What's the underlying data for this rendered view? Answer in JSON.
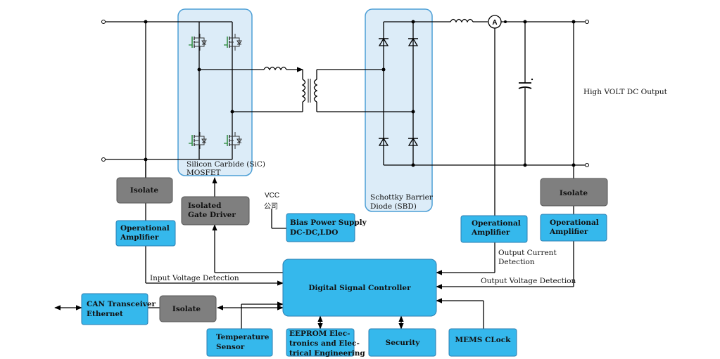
{
  "labels": {
    "sic_mosfet_l1": "Silicon Carbide (SiC)",
    "sic_mosfet_l2": "MOSFET",
    "sbd_l1": "Schottky Barrier",
    "sbd_l2": "Diode (SBD)",
    "hv_output": "High VOLT DC Output",
    "input_voltage_detection": "Input Voltage Detection",
    "output_current_detection_l1": "Output Current",
    "output_current_detection_l2": "Detection",
    "output_voltage_detection": "Output Voltage Detection",
    "vcc": "VCC",
    "vcc_chars": "公司",
    "ammeter": "A"
  },
  "blocks": {
    "isolate_left": "Isolate",
    "isolated_gate_driver_l1": "Isolated",
    "isolated_gate_driver_l2": "Gate Driver",
    "op_amp_left_l1": "Operational",
    "op_amp_left_l2": "Amplifier",
    "bias_power_l1": "Bias Power Supply",
    "bias_power_l2": "DC-DC,LDO",
    "op_amp_mid_l1": "Operational",
    "op_amp_mid_l2": "Amplifier",
    "isolate_right": "Isolate",
    "op_amp_right_l1": "Operational",
    "op_amp_right_l2": "Amplifier",
    "dsc": "Digital Signal Controller",
    "can_l1": "CAN Transceiver",
    "can_l2": "Ethernet",
    "isolate_can": "Isolate",
    "temp_l1": "Temperature",
    "temp_l2": "Sensor",
    "eeprom_l1": "EEPROM Elec-",
    "eeprom_l2": "tronics and Elec-",
    "eeprom_l3": "trical Engineering",
    "security": "Security",
    "mems_clock": "MEMS CLock"
  }
}
